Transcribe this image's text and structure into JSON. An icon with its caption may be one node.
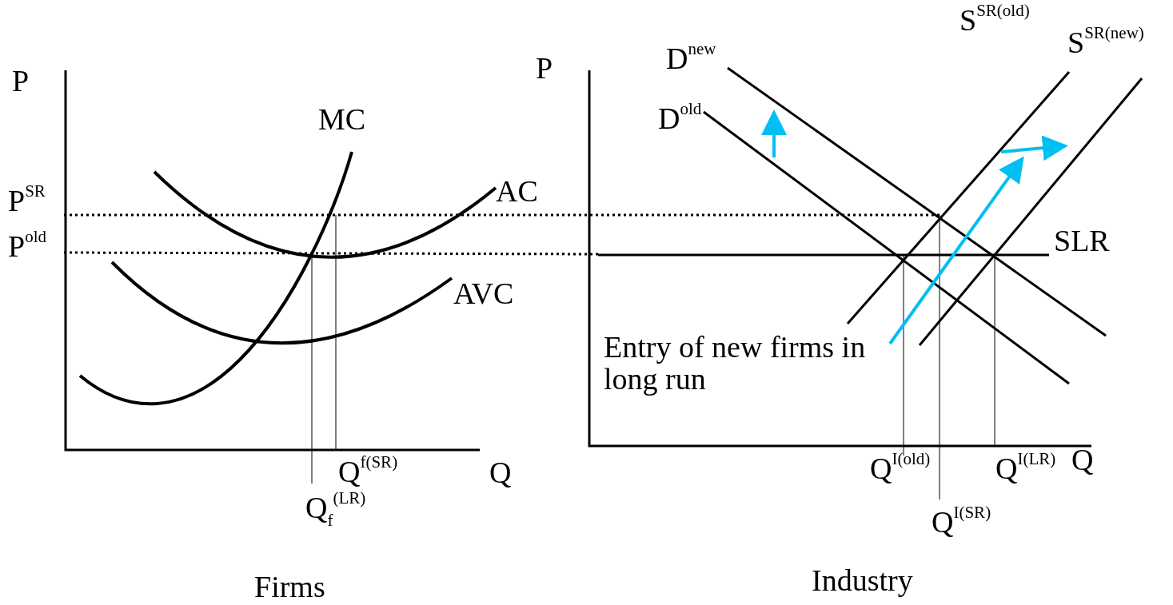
{
  "diagram": {
    "labels": [
      "P",
      "P$^{SR}$",
      "P$^{old}$",
      "MC",
      "AC",
      "AVC",
      "Q$^{f(SR)}$",
      "Q$_{f}$$^{(LR)}$",
      "Q",
      "Firms",
      "P",
      "D$^{new}$",
      "D$^{old}$",
      "S$^{SR(old)}$",
      "S$^{SR(new)}$",
      "SLR",
      "Entry of new firms in long run",
      "Q$^{I(old)}$",
      "Q$^{I(LR)}$",
      "Q",
      "Q$^{I(SR)}$",
      "Industry"
    ]
  }
}
